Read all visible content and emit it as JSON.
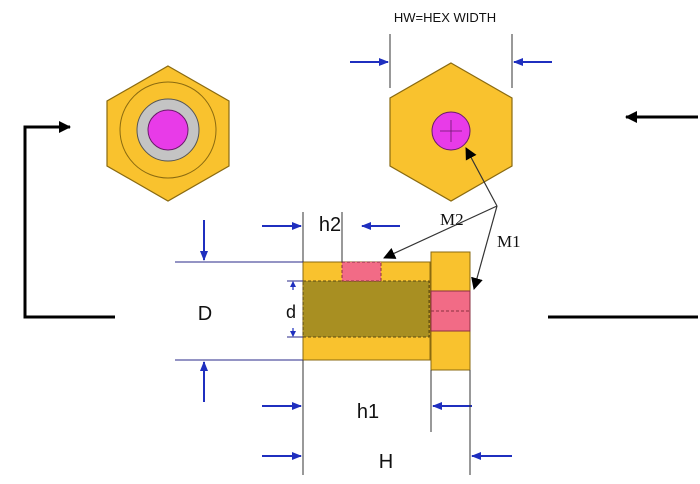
{
  "labels": {
    "hex_width": "HW=HEX WIDTH",
    "h2": "h2",
    "m2": "M2",
    "m1": "M1",
    "D": "D",
    "d": "d",
    "h1": "h1",
    "H": "H"
  },
  "colors": {
    "body": "#F9C22E",
    "outline": "#8A6A10",
    "thread_bore": "#A88F22",
    "thread_pink": "#F26B86",
    "magenta": "#E83BE8",
    "gray_ring": "#C4C4C4",
    "arrow_blue": "#1F2FBF",
    "dim_line": "#2A2A8A",
    "black": "#000000"
  },
  "icons": {
    "hex_top_view": "hexagon-with-magenta-boss-icon",
    "hex_bottom_view": "hexagon-with-magenta-hole-icon",
    "section_arrow": "section-view-arrow-icon"
  }
}
